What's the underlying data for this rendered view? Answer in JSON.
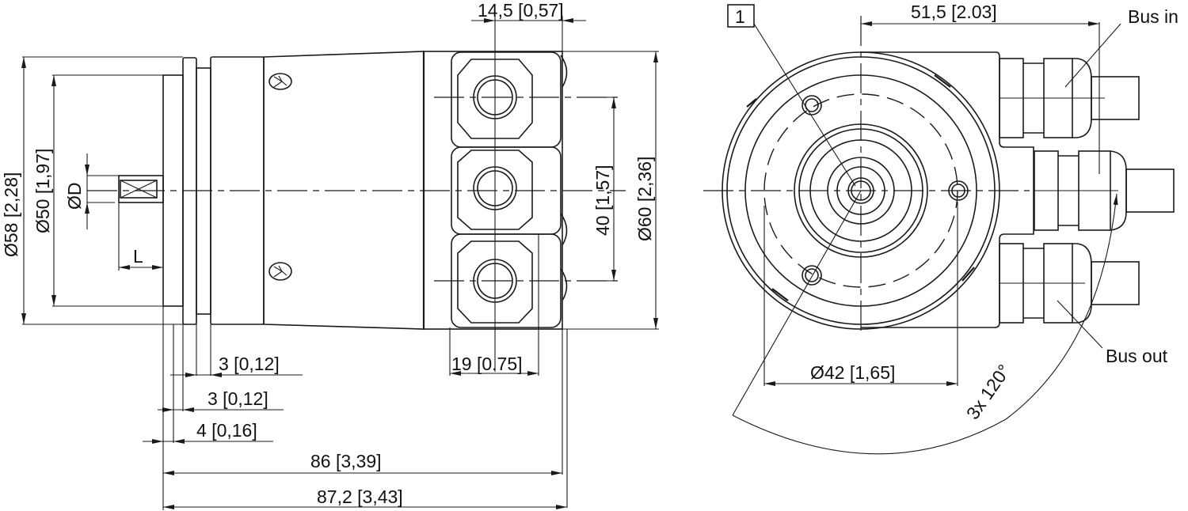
{
  "drawing": {
    "title": "Encoder dimensional drawing",
    "side_view": {
      "dimensions": {
        "dia_58": "Ø58 [2,28]",
        "dia_50": "Ø50 [1,97]",
        "dia_D": "ØD",
        "L": "L",
        "top_14_5": "14,5 [0,57]",
        "h_40": "40 [1,57]",
        "dia_60": "Ø60 [2,36]",
        "w_19": "19 [0.75]",
        "t_3a": "3 [0,12]",
        "t_3b": "3 [0,12]",
        "t_4": "4 [0,16]",
        "len_86": "86 [3,39]",
        "len_87_2": "87,2 [3,43]"
      }
    },
    "front_view": {
      "callout_number": "1",
      "dimensions": {
        "w_51_5": "51,5 [2.03]",
        "dia_42": "Ø42 [1,65]",
        "angle": "3x 120°"
      },
      "labels": {
        "bus_in": "Bus in",
        "bus_out": "Bus out"
      }
    }
  }
}
